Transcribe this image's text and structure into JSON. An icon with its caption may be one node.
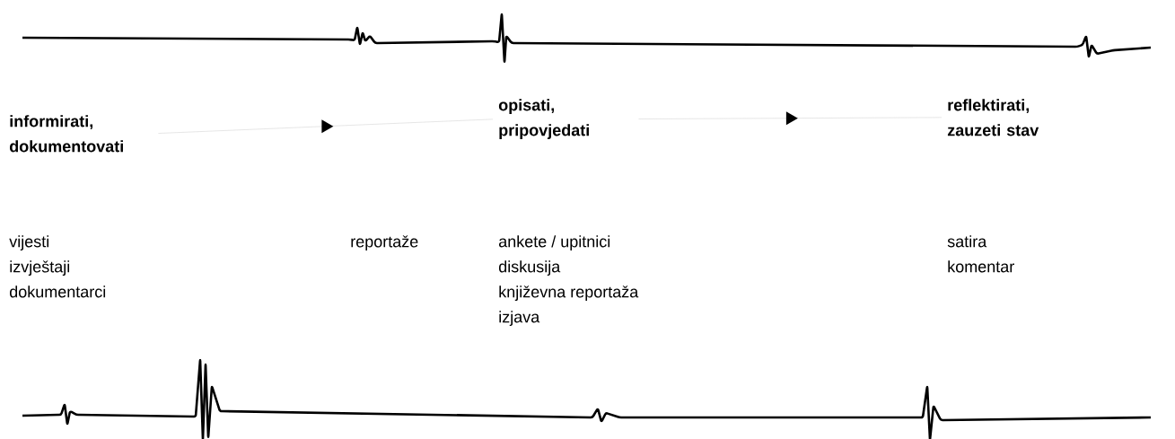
{
  "diagram": {
    "nodes": [
      {
        "text": [
          "informirati, dokumentovati"
        ]
      },
      {
        "text": [
          "opisati, pripovjedati"
        ]
      },
      {
        "text": [
          "reflektirati, zauzeti stav"
        ]
      }
    ],
    "edges": [
      {
        "from": 0,
        "to": 1,
        "arrow": "to"
      },
      {
        "from": 1,
        "to": 2,
        "arrow": "to"
      }
    ],
    "labels": [
      "vijesti",
      "izvještaji",
      "dokumentarci",
      "reportaže",
      "ankete / upitnici",
      "diskusija",
      "književna reportaža",
      "izjava",
      "satira",
      "komentar"
    ]
  }
}
